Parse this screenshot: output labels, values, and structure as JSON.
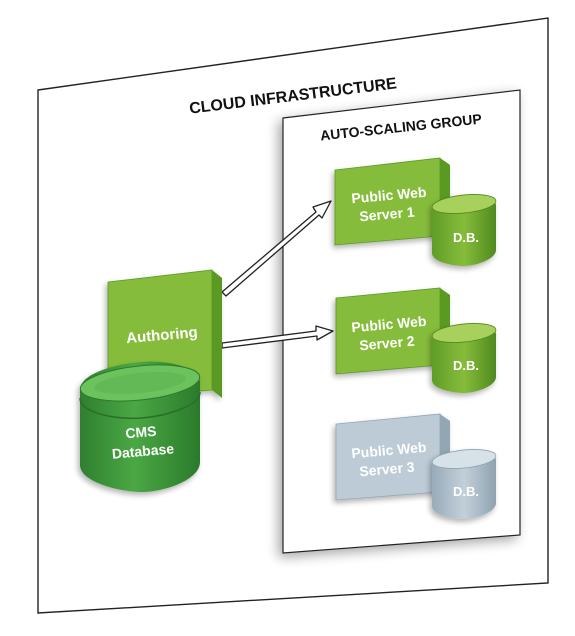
{
  "diagram": {
    "outer_title": "CLOUD INFRASTRUCTURE",
    "group_title": "AUTO-SCALING GROUP",
    "authoring": {
      "label": "Authoring"
    },
    "cms_database": {
      "line1": "CMS",
      "line2": "Database"
    },
    "servers": [
      {
        "line1": "Public Web",
        "line2": "Server 1",
        "db_label": "D.B.",
        "state": "active"
      },
      {
        "line1": "Public Web",
        "line2": "Server 2",
        "db_label": "D.B.",
        "state": "active"
      },
      {
        "line1": "Public Web",
        "line2": "Server 3",
        "db_label": "D.B.",
        "state": "inactive"
      }
    ]
  },
  "colors": {
    "active_front": "#86bc3a",
    "active_side": "#5a9a24",
    "active_top": "#a8d05c",
    "inactive_front": "#bccbd6",
    "inactive_side": "#93a6b4",
    "inactive_top": "#d7e1e8",
    "cms_body": "#3f9b3d",
    "cms_top": "#6cc25c"
  }
}
